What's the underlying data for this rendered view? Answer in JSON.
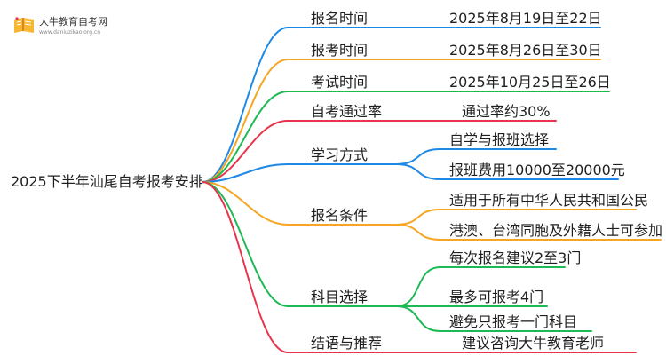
{
  "logo": {
    "name": "大牛教育自考网",
    "url": "www.daniuzikao.org.cn"
  },
  "root": "2025下半年汕尾自考报考安排",
  "branches": [
    {
      "label": "报名时间",
      "color": "#1e88e5",
      "leaves": [
        "2025年8月19日至22日"
      ]
    },
    {
      "label": "报考时间",
      "color": "#f5a623",
      "leaves": [
        "2025年8月26日至30日"
      ]
    },
    {
      "label": "考试时间",
      "color": "#1db954",
      "leaves": [
        "2025年10月25日至26日"
      ]
    },
    {
      "label": "自考通过率",
      "color": "#e8334a",
      "leaves": [
        "通过率约30%"
      ]
    },
    {
      "label": "学习方式",
      "color": "#1e88e5",
      "leaves": [
        "自学与报班选择",
        "报班费用10000至20000元"
      ]
    },
    {
      "label": "报名条件",
      "color": "#f5a623",
      "leaves": [
        "适用于所有中华人民共和国公民",
        "港澳、台湾同胞及外籍人士可参加"
      ]
    },
    {
      "label": "科目选择",
      "color": "#1db954",
      "leaves": [
        "每次报名建议2至3门",
        "最多可报考4门",
        "避免只报考一门科目"
      ]
    },
    {
      "label": "结语与推荐",
      "color": "#e8334a",
      "leaves": [
        "建议咨询大牛教育老师"
      ]
    }
  ]
}
